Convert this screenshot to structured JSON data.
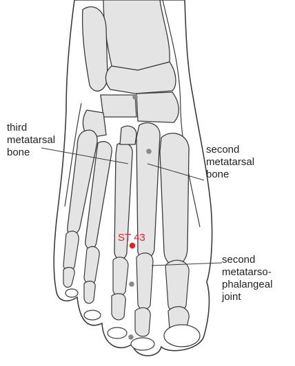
{
  "labels": {
    "third_metatarsal": [
      "third",
      "metatarsal",
      "bone"
    ],
    "second_metatarsal": [
      "second",
      "metatarsal",
      "bone"
    ],
    "joint": [
      "second",
      "metatarso-",
      "phalangeal",
      "joint"
    ]
  },
  "point": {
    "name": "ST 43"
  },
  "colors": {
    "outline": "#3a3a3a",
    "bone_fill": "#e4e4e4",
    "skin_fill": "#ffffff",
    "marker": "#888888",
    "acupoint": "#e31e24",
    "text": "#222222"
  }
}
